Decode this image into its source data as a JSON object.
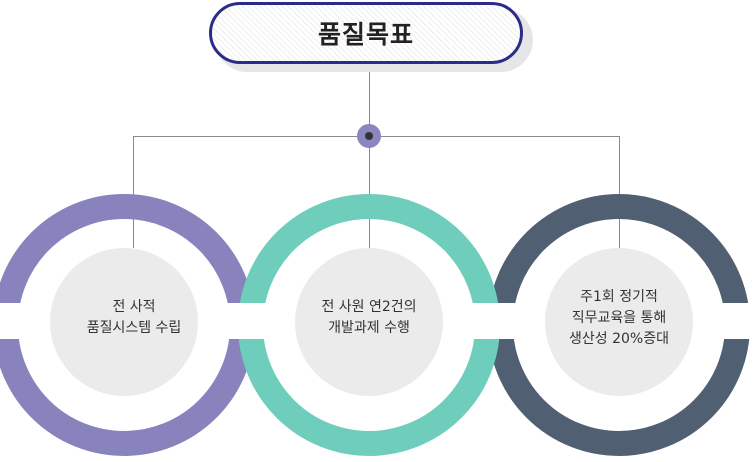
{
  "title": "품질목표",
  "goals": [
    {
      "line1": "전 사적",
      "line2": "품질시스템 수립",
      "color": "#8883bc"
    },
    {
      "line1": "전 사원 연2건의",
      "line2": "개발과제 수행",
      "color": "#6ecdbb"
    },
    {
      "line1": "주1회 정기적",
      "line2": "직무교육을 통해",
      "line3": "생산성 20%증대",
      "color": "#515f72"
    }
  ],
  "colors": {
    "connector": "#8a8a8a",
    "hub": "#8a86c2",
    "title_border": "#2a2d87",
    "inner_fill": "#ebebeb"
  }
}
